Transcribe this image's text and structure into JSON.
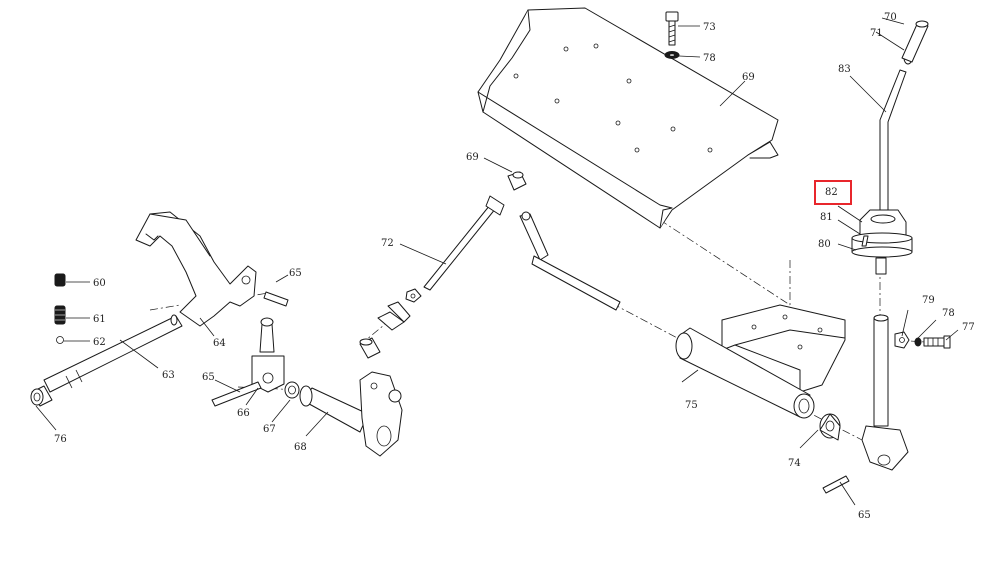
{
  "labels": {
    "l60": "60",
    "l61": "61",
    "l62": "62",
    "l63": "63",
    "l64": "64",
    "l65a": "65",
    "l65b": "65",
    "l65c": "65",
    "l66": "66",
    "l67": "67",
    "l68": "68",
    "l69a": "69",
    "l69b": "69",
    "l70": "70",
    "l71": "71",
    "l72": "72",
    "l73": "73",
    "l74": "74",
    "l75": "75",
    "l76": "76",
    "l77": "77",
    "l78a": "78",
    "l78b": "78",
    "l79": "79",
    "l80": "80",
    "l81": "81",
    "l82": "82",
    "l83": "83"
  },
  "highlight": {
    "label": "82",
    "color": "#e8262c"
  }
}
